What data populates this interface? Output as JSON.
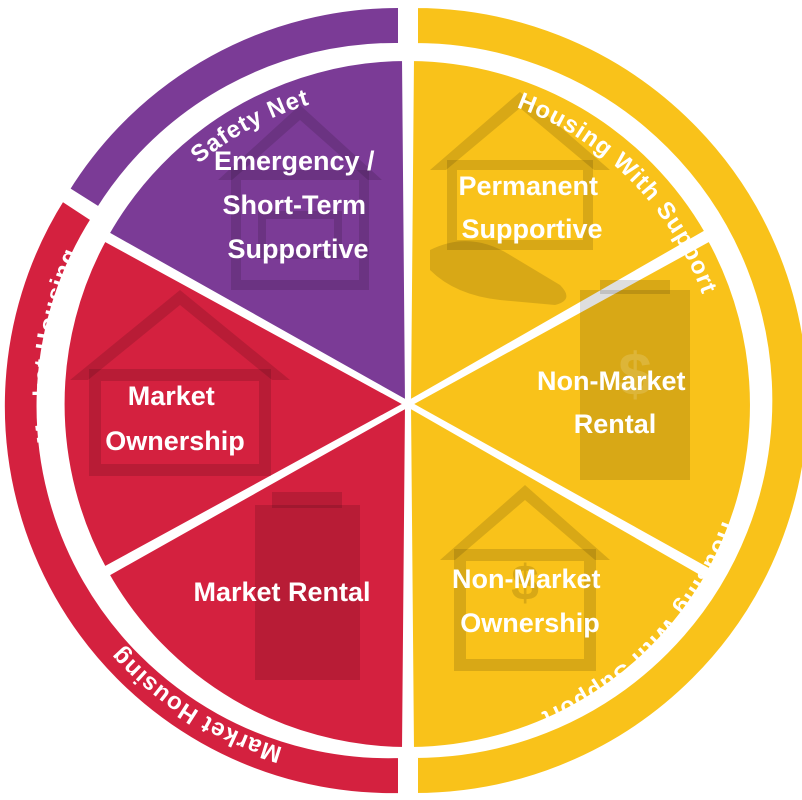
{
  "colors": {
    "safety_net": "#7B3B96",
    "housing_with_support": "#F9C21A",
    "market_housing": "#D4213F",
    "icon_overlay_dark": "#000000",
    "text": "#FFFFFF",
    "divider": "#FFFFFF"
  },
  "ring": {
    "safety_net": "Safety Net",
    "housing_with_support": "Housing With Support",
    "market_housing": "Market Housing"
  },
  "segments": [
    {
      "lines": [
        "Emergency /",
        "Short-Term",
        "Supportive"
      ],
      "icon": "house-keys-icon"
    },
    {
      "lines": [
        "Permanent",
        "Supportive"
      ],
      "icon": "house-handshake-icon"
    },
    {
      "lines": [
        "Non-Market",
        "Rental"
      ],
      "icon": "building-dollar-icon"
    },
    {
      "lines": [
        "Non-Market",
        "Ownership"
      ],
      "icon": "house-dollar-icon"
    },
    {
      "lines": [
        "Market Rental"
      ],
      "icon": "apartment-building-icon"
    },
    {
      "lines": [
        "Market",
        "Ownership"
      ],
      "icon": "house-icon"
    }
  ]
}
